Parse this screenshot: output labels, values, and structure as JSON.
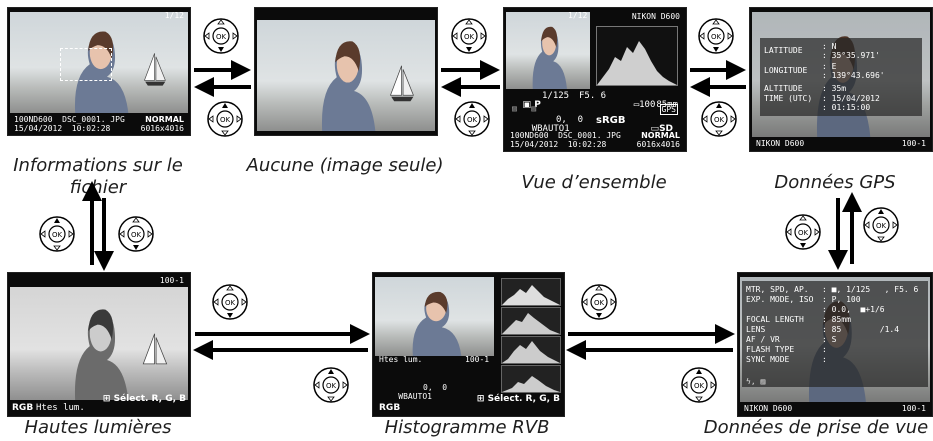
{
  "panels": {
    "file_info": {
      "caption": "Informations sur le fichier",
      "frame_count": "1/12",
      "folder_file": "100ND600  DSC_0001. JPG",
      "date_time": "15/04/2012  10:02:28",
      "quality": "NORMAL",
      "size": "6016x4016"
    },
    "none": {
      "caption": "Aucune (image seule)"
    },
    "overview": {
      "caption": "Vue d’ensemble",
      "frame_count": "1/12",
      "camera": "NIKON D600",
      "mode": "P",
      "shutter": "1/125",
      "aperture": "F5. 6",
      "iso": "100",
      "focal": "85",
      "focal_unit": "mm",
      "wb": "AUTO1",
      "wb_fine": "0,  0",
      "color_space": "sRGB",
      "picture_control": "SD",
      "gps_badge": "GPS",
      "folder_file": "100ND600  DSC_0001. JPG",
      "date_time": "15/04/2012  10:02:28",
      "quality": "NORMAL",
      "size": "6016x4016"
    },
    "gps": {
      "caption": "Données GPS",
      "latitude_label": "LATITUDE",
      "latitude_value": ": N\n: 35°35.971'",
      "longitude_label": "LONGITUDE",
      "longitude_value": ": E\n: 139°43.696'",
      "altitude_label": "ALTITUDE",
      "altitude_value": ": 35m",
      "time_label": "TIME (UTC)",
      "time_value": ": 15/04/2012\n: 01:15:00",
      "camera": "NIKON D600",
      "frame": "100-1"
    },
    "highlights": {
      "caption": "Hautes lumières",
      "frame": "100-1",
      "rgb": "RGB",
      "label": "Htes lum.",
      "select": "Sélect. R, G, B"
    },
    "rgb_histogram": {
      "caption": "Histogramme RVB",
      "label": "Htes lum.",
      "frame": "100-1",
      "wb": "AUTO1",
      "wb_fine": "0,  0",
      "rgb": "RGB",
      "select": "Sélect. R, G, B"
    },
    "shooting_data": {
      "caption": "Données de prise de vue",
      "lines": "MTR, SPD, AP.\nEXP. MODE, ISO\n\nFOCAL LENGTH\nLENS\nAF / VR\nFLASH TYPE\nSYNC MODE",
      "values": ": ■, 1/125   , F5. 6\n: P, 100\n: 0.0,  ■+1/6\n: 85mm\n: 85        /1.4\n: S\n:\n:",
      "camera": "NIKON D600",
      "frame": "100-1"
    }
  },
  "colors": {
    "screen_bg": "#0b0b0b",
    "arrow": "#000000",
    "pad_ring": "#000000",
    "ok_button": "#ffffff"
  }
}
